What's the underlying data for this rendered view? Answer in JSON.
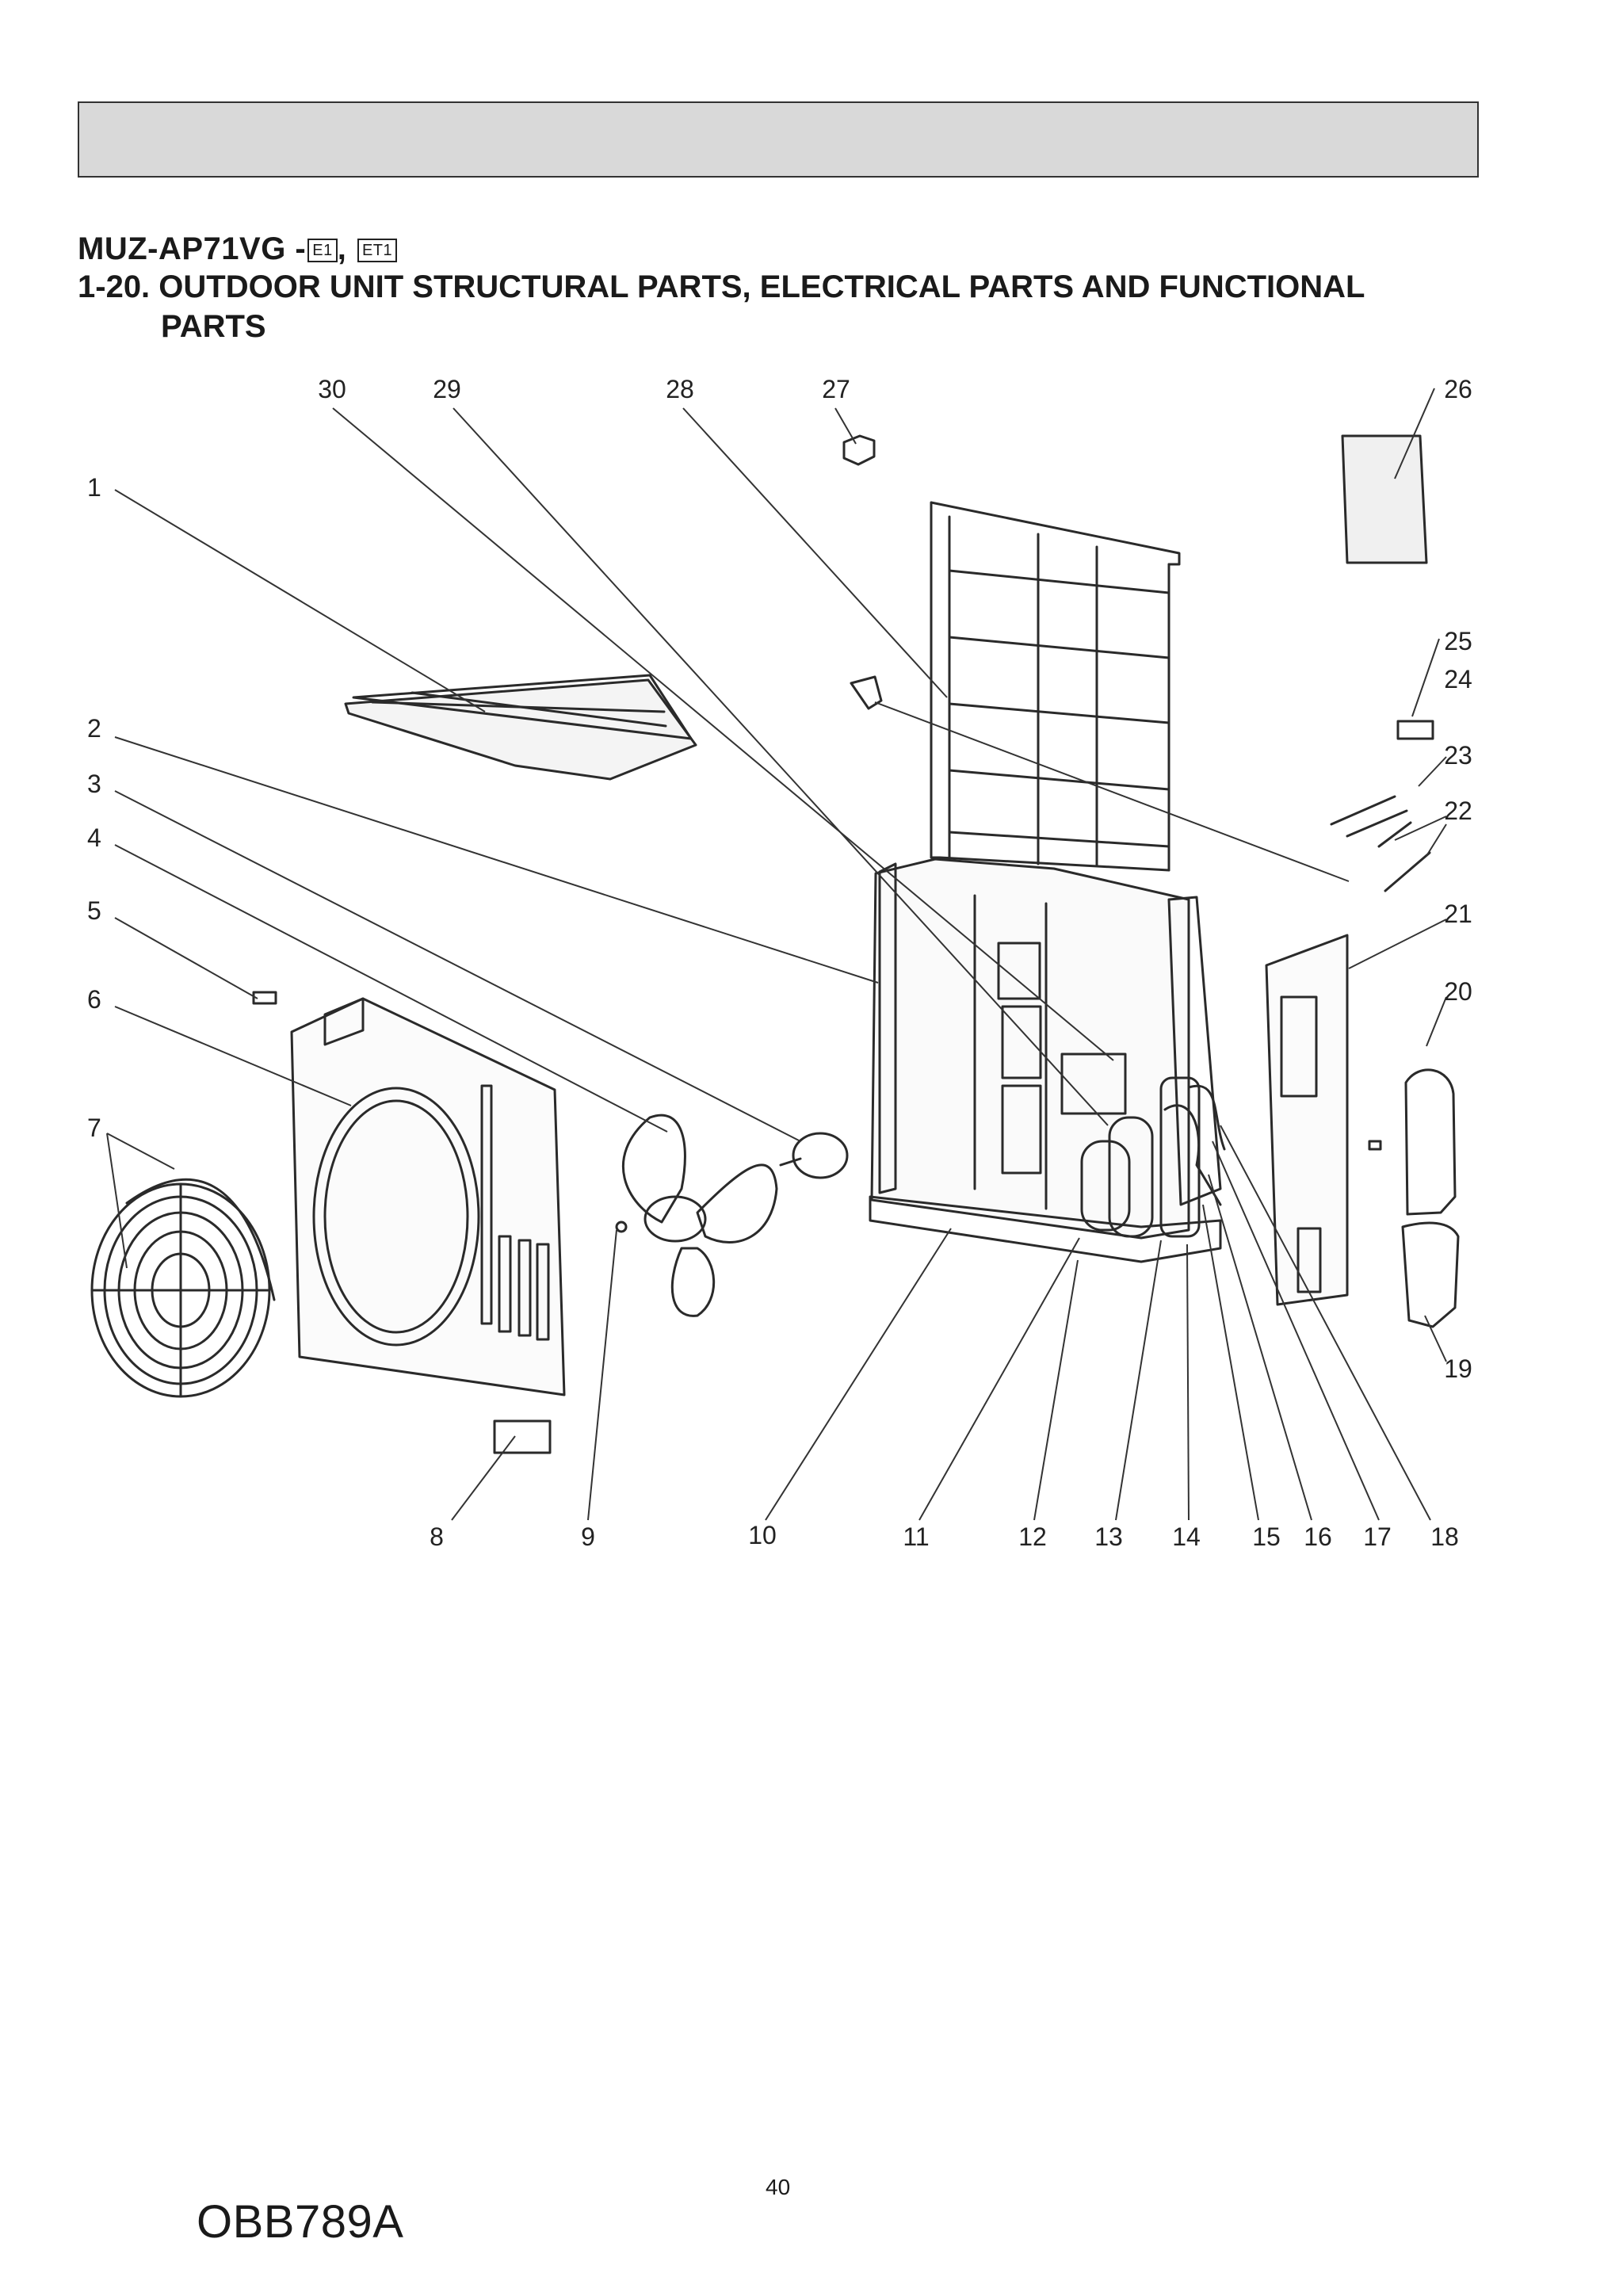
{
  "header": {
    "model": "MUZ-AP71VG -",
    "suffix_1": "E1",
    "separator": ",",
    "suffix_2": "ET1",
    "title_line_1": "1-20. OUTDOOR UNIT STRUCTURAL PARTS, ELECTRICAL PARTS AND FUNCTIONAL",
    "title_line_2": "PARTS"
  },
  "callouts": [
    "1",
    "2",
    "3",
    "4",
    "5",
    "6",
    "7",
    "8",
    "9",
    "10",
    "11",
    "12",
    "13",
    "14",
    "15",
    "16",
    "17",
    "18",
    "19",
    "20",
    "21",
    "22",
    "23",
    "24",
    "25",
    "26",
    "27",
    "28",
    "29",
    "30"
  ],
  "footer": {
    "document_code": "OBB789A",
    "page_number": "40"
  }
}
